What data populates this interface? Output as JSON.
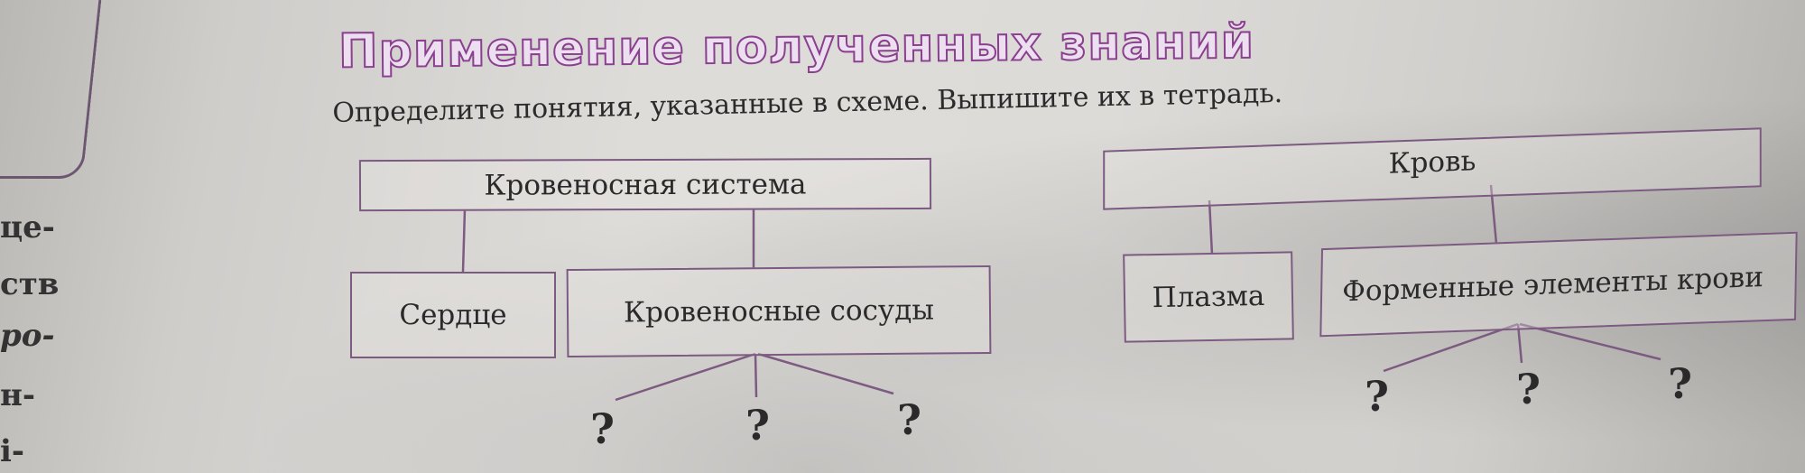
{
  "page": {
    "heading": "Применение полученных знаний",
    "instruction": "Определите понятия, указанные в схеме. Выпишите их в тетрадь.",
    "accent_color": "#8a3f8f",
    "line_color": "#7d5a80"
  },
  "margin_fragments": [
    "це-",
    "ств",
    "ро-",
    "н-",
    "і-"
  ],
  "diagrams": [
    {
      "root": "Кровеносная система",
      "children": [
        "Сердце",
        "Кровеносные сосуды"
      ],
      "unknown_subitems": [
        "?",
        "?",
        "?"
      ]
    },
    {
      "root": "Кровь",
      "children": [
        "Плазма",
        "Форменные элементы крови"
      ],
      "unknown_subitems": [
        "?",
        "?",
        "?"
      ]
    }
  ]
}
